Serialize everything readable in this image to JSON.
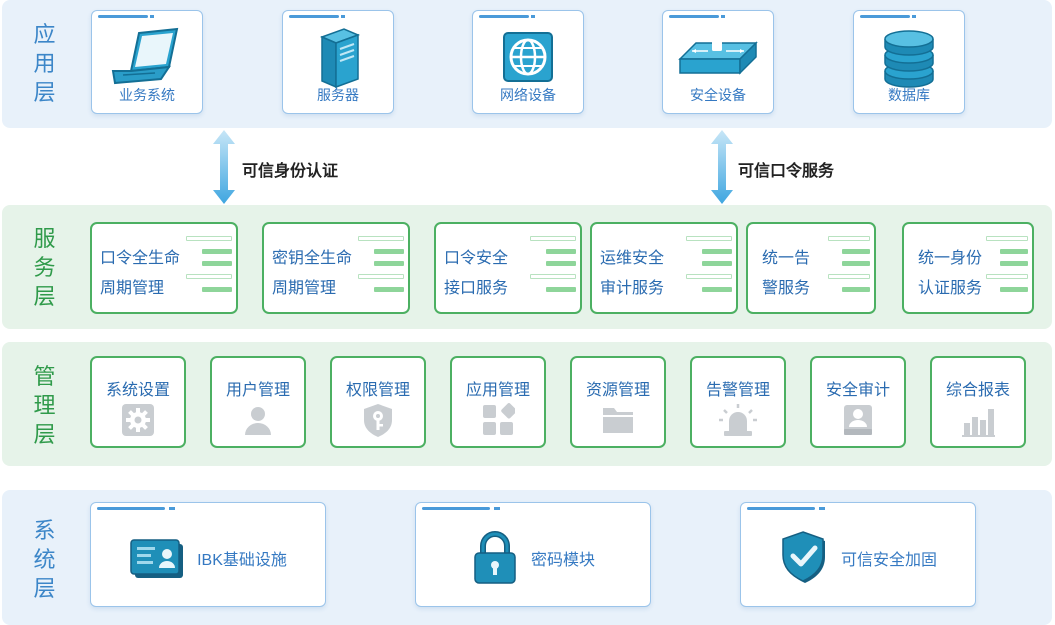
{
  "layers": {
    "app": "应\n用\n层",
    "service": "服\n务\n层",
    "management": "管\n理\n层",
    "system": "系\n统\n层"
  },
  "app_items": [
    {
      "label": "业务系统",
      "icon": "laptop-icon"
    },
    {
      "label": "服务器",
      "icon": "server-icon"
    },
    {
      "label": "网络设备",
      "icon": "network-icon"
    },
    {
      "label": "安全设备",
      "icon": "firewall-icon"
    },
    {
      "label": "数据库",
      "icon": "database-icon"
    }
  ],
  "connectors": {
    "left": "可信身份认证",
    "right": "可信口令服务"
  },
  "service_items": [
    {
      "line1": "口令全生命",
      "line2": "周期管理"
    },
    {
      "line1": "密钥全生命",
      "line2": "周期管理"
    },
    {
      "line1": "口令安全",
      "line2": "接口服务"
    },
    {
      "line1": "运维安全",
      "line2": "审计服务"
    },
    {
      "line1": "统一告",
      "line2": "警服务"
    },
    {
      "line1": "统一身份",
      "line2": "认证服务"
    }
  ],
  "management_items": [
    {
      "label": "系统设置",
      "icon": "gear-icon"
    },
    {
      "label": "用户管理",
      "icon": "user-icon"
    },
    {
      "label": "权限管理",
      "icon": "key-shield-icon"
    },
    {
      "label": "应用管理",
      "icon": "apps-icon"
    },
    {
      "label": "资源管理",
      "icon": "folder-icon"
    },
    {
      "label": "告警管理",
      "icon": "alarm-icon"
    },
    {
      "label": "安全审计",
      "icon": "audit-icon"
    },
    {
      "label": "综合报表",
      "icon": "bar-chart-icon"
    }
  ],
  "system_items": [
    {
      "label": "IBK基础设施",
      "icon": "id-card-icon"
    },
    {
      "label": "密码模块",
      "icon": "padlock-icon"
    },
    {
      "label": "可信安全加固",
      "icon": "shield-check-icon"
    }
  ],
  "colors": {
    "blue_accent": "#3c86c8",
    "green_accent": "#2f9a4a",
    "card_green_border": "#4cb062",
    "icon_teal": "#1f8fb8",
    "icon_gray": "#c9cdd1"
  }
}
